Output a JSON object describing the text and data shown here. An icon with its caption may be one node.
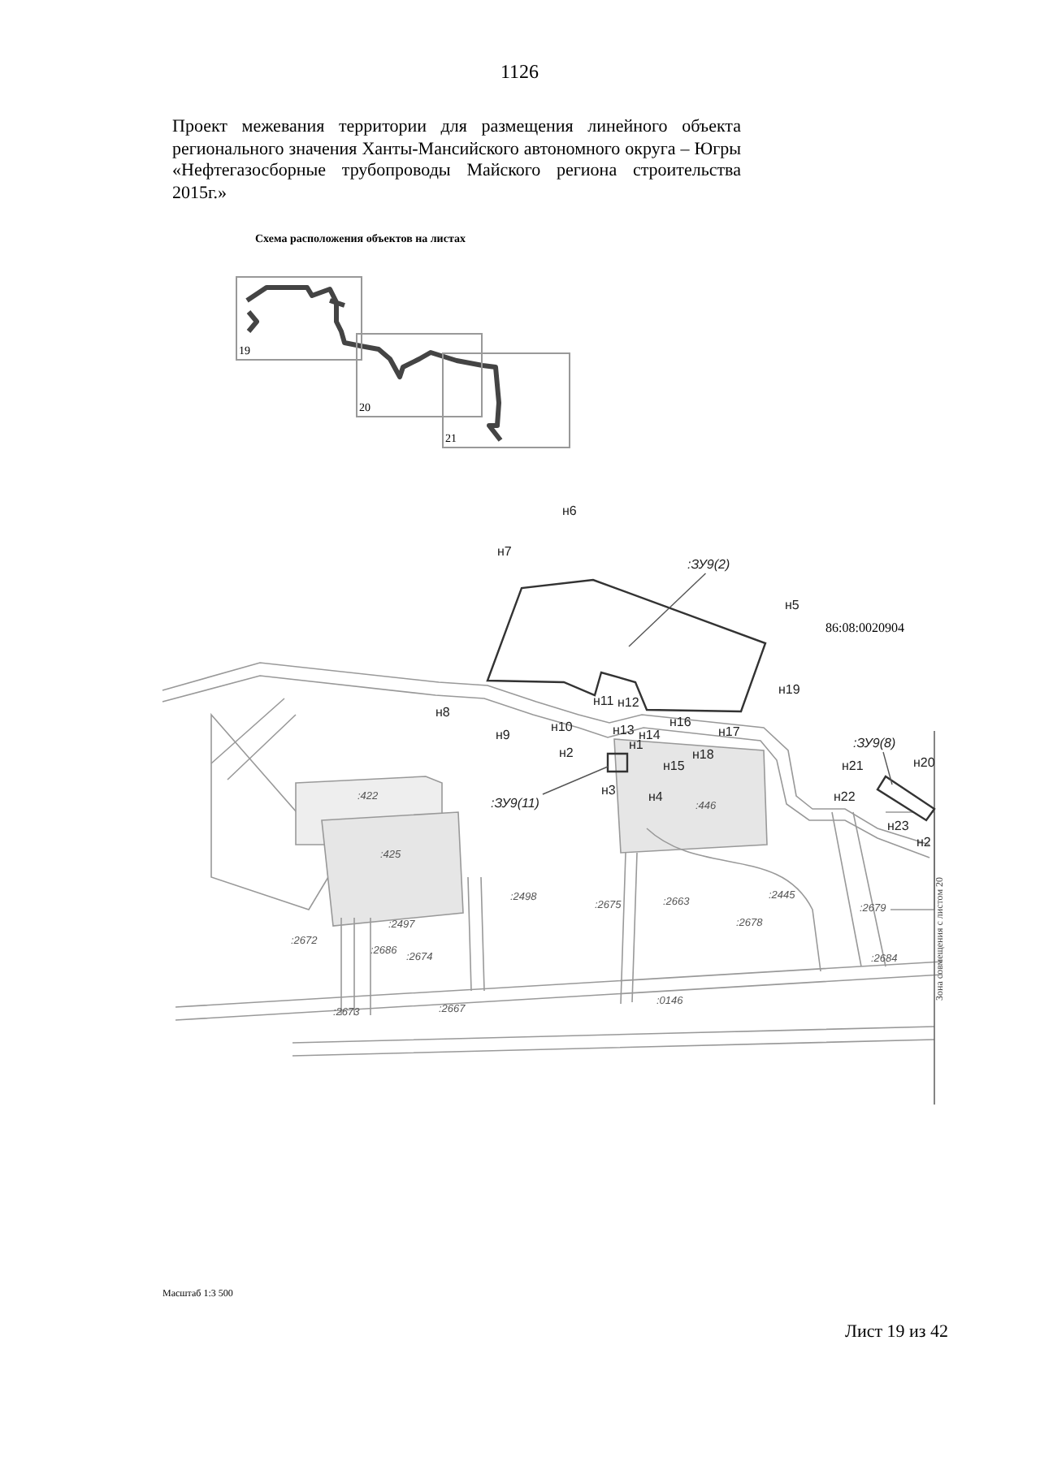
{
  "diagram": {
    "title": "Проект межевания территории для размещения линейного объекта регионального значения Ханты-Мансийского автономного округа – Югры «Нефтегазосборные трубопроводы Майского региона строительства 2015г.»",
    "nodes": [
      {
        "text": [
          "19"
        ]
      },
      {
        "text": [
          "20"
        ]
      },
      {
        "text": [
          "21"
        ]
      },
      {
        "text": [
          ":ЗУ9(2)"
        ]
      },
      {
        "text": [
          ":ЗУ9(11)"
        ]
      },
      {
        "text": [
          ":ЗУ9(8)"
        ]
      },
      {
        "text": [],
        "shape": "box"
      },
      {
        "text": [],
        "shape": "bar"
      }
    ],
    "edges": [
      {
        "from": 3,
        "to": null,
        "arrow": "none"
      },
      {
        "from": 4,
        "to": 6,
        "arrow": "none"
      },
      {
        "from": 5,
        "to": 7,
        "arrow": "none"
      }
    ],
    "labels": [
      "1126",
      "Схема расположения объектов на листах",
      "н6",
      "н7",
      "н5",
      "86:08:0020904",
      "н19",
      "н8",
      "н11",
      "н12",
      "н10",
      "н9",
      "н13",
      "н16",
      "н14",
      "н17",
      "н2",
      "н1",
      "н18",
      "н15",
      "н3",
      "н4",
      ":446",
      "н21",
      "н20",
      "н22",
      "н23",
      "н2",
      ":422",
      ":425",
      ":2498",
      ":2675",
      ":2663",
      ":2445",
      ":2679",
      ":2497",
      ":2672",
      ":2686",
      ":2678",
      ":2674",
      ":2684",
      ":2673",
      ":2667",
      ":0146",
      "Зона совмещения с листом 20",
      "Масштаб 1:3 500",
      "Лист 19 из 42"
    ]
  }
}
